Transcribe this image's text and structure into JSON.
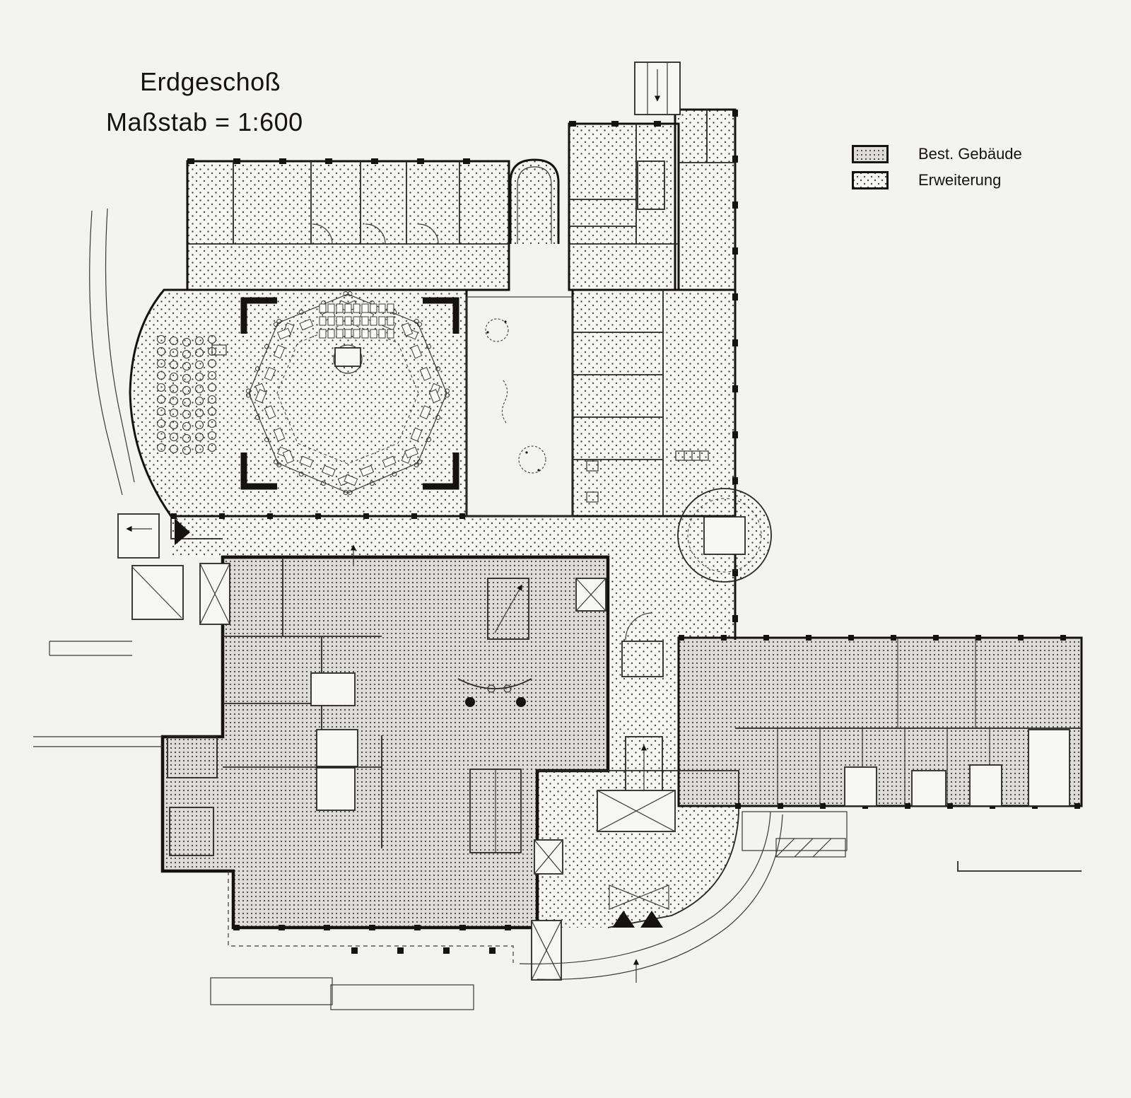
{
  "title": {
    "line1": "Erdgeschoß",
    "line2": "Maßstab = 1:600"
  },
  "legend": {
    "items": [
      {
        "label": "Best. Gebäude",
        "pattern": "dense-dots",
        "swatch_fill": "#deddda"
      },
      {
        "label": "Erweiterung",
        "pattern": "sparse-dots",
        "swatch_fill": "#f6f6f3"
      }
    ]
  },
  "colors": {
    "ink": "#15120f",
    "paper": "#f3f3f0",
    "plan_paper": "#f6f6f3",
    "existing_fill": "#deddda",
    "dot": "#44423f"
  }
}
